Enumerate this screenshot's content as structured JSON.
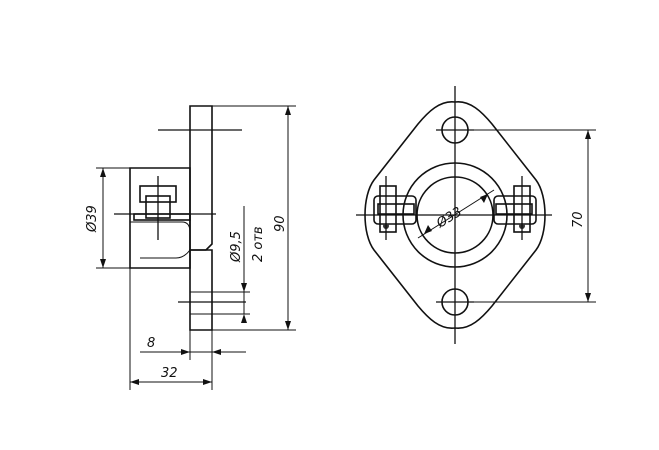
{
  "dimensions": {
    "side_flange_diameter": "Ø39",
    "side_hole_diameter": "Ø9,5",
    "side_hole_count": "2 отв",
    "side_total_height": "90",
    "side_plate_thickness": "8",
    "side_total_depth": "32",
    "front_bore_diameter": "Ø33",
    "front_hole_spacing": "70"
  },
  "colors": {
    "line": "#111111",
    "body_fill_light": "#e6e6e6",
    "body_fill_dark": "#7a7a7a",
    "hatch": "#111111"
  }
}
